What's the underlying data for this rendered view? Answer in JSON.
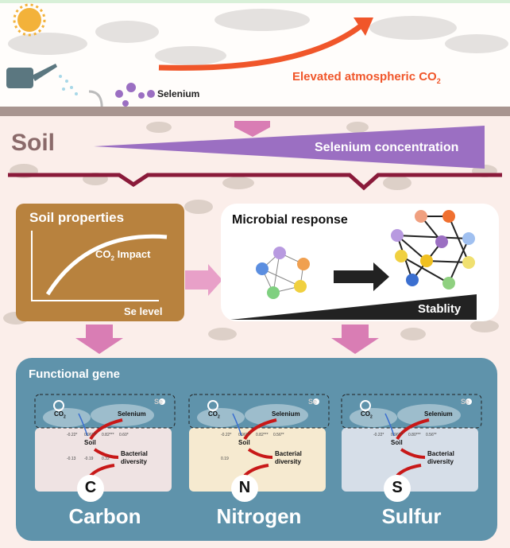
{
  "top": {
    "selenium_label": "Selenium",
    "co2_label": "Elevated atmospheric CO",
    "co2_sub": "2"
  },
  "soil": {
    "title": "Soil",
    "gradient_label": "Selenium concentration"
  },
  "soil_properties": {
    "title": "Soil properties",
    "curve_label": "CO",
    "curve_sub": "2",
    "curve_label_end": " Impact",
    "x_label": "Se level"
  },
  "microbial": {
    "title": "Microbial response",
    "stability_label": "Stablity"
  },
  "functional": {
    "title": "Functional gene",
    "panels": [
      {
        "letter": "C",
        "name": "Carbon",
        "bg": "#efe3e3",
        "coefs": [
          "-0.22*",
          "0.96***",
          "0.82***",
          "0.60*",
          "-0.13",
          "-0.19",
          "0.32"
        ]
      },
      {
        "letter": "N",
        "name": "Nitrogen",
        "bg": "#f6ead0",
        "coefs": [
          "-0.22*",
          "0.96***",
          "0.82***",
          "0.56**",
          "0.19"
        ]
      },
      {
        "letter": "S",
        "name": "Sulfur",
        "bg": "#d6dee8",
        "coefs": [
          "-0.22*",
          "0.96***",
          "0.80***",
          "0.56**"
        ]
      }
    ],
    "node_labels": {
      "co2": "CO",
      "co2_sub": "2",
      "selenium": "Selenium",
      "se": "Se",
      "soil": "Soil",
      "bacterial": "Bacterial",
      "diversity": "diversity"
    }
  },
  "colors": {
    "orange": "#f0562a",
    "purple": "#9b6fc2",
    "brown": "#b8823e",
    "teal": "#5f93ab",
    "maroon": "#8a1a3a"
  }
}
